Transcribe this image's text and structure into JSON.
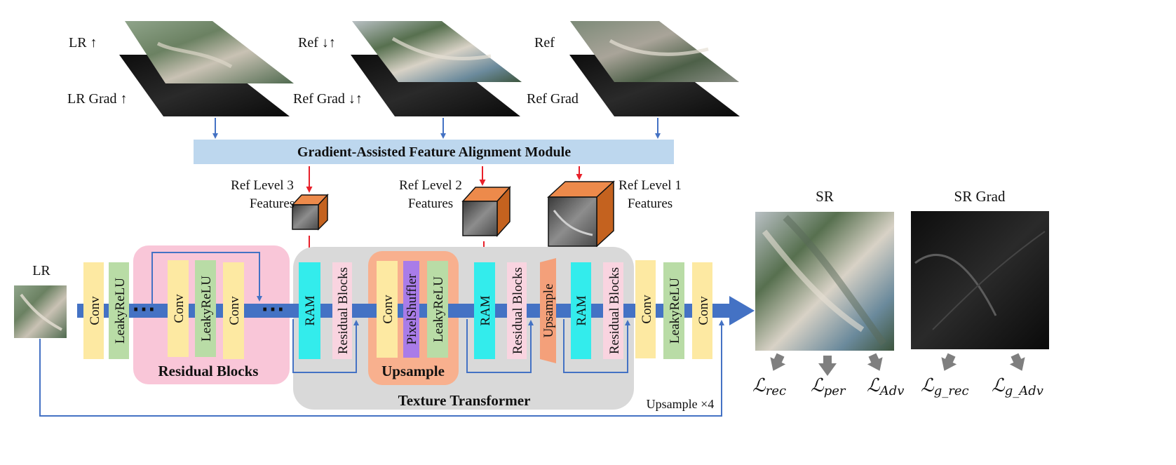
{
  "colors": {
    "conv": "#fde9a2",
    "leaky": "#b9dca6",
    "ram": "#33ecec",
    "resblock": "#f9d4e0",
    "pixelshuffler": "#a97ce8",
    "upsample_tt": "#f4a07a",
    "residual_bg": "#f9c6d8",
    "upsample_bg": "#f8b08e",
    "texture_bg": "#d9d9d9",
    "gafam": "#bdd7ee",
    "backbone": "#4472c4",
    "ref_arrow": "#e8202a",
    "cube_front": "#ed8a4b",
    "cube_side": "#c4621f",
    "loss_arrow": "#7f7f7f"
  },
  "top_inputs": {
    "lr_up": "LR ↑",
    "lr_grad_up": "LR Grad ↑",
    "ref_down_up": "Ref ↓↑",
    "ref_grad_down_up": "Ref Grad ↓↑",
    "ref": "Ref",
    "ref_grad": "Ref Grad"
  },
  "gafam_label": "Gradient-Assisted Feature Alignment Module",
  "ref_features": {
    "level3_line1": "Ref Level 3",
    "level3_line2": "Features",
    "level2_line1": "Ref Level 2",
    "level2_line2": "Features",
    "level1_line1": "Ref Level 1",
    "level1_line2": "Features"
  },
  "lr_label": "LR",
  "blocks": {
    "conv": "Conv",
    "leaky": "LeakyReLU",
    "ram": "RAM",
    "residual_blocks": "Residual Blocks",
    "pixelshuffler": "PixelShuffler",
    "upsample": "Upsample",
    "dots": "⋯"
  },
  "groups": {
    "residual_blocks": "Residual Blocks",
    "upsample": "Upsample",
    "texture_transformer": "Texture Transformer"
  },
  "skip_label": "Upsample ×4",
  "outputs": {
    "sr": "SR",
    "sr_grad": "SR Grad"
  },
  "losses": [
    {
      "base": "ℒ",
      "sub": "rec"
    },
    {
      "base": "ℒ",
      "sub": "per"
    },
    {
      "base": "ℒ",
      "sub": "Adv"
    },
    {
      "base": "ℒ",
      "sub": "g_rec"
    },
    {
      "base": "ℒ",
      "sub": "g_Adv"
    }
  ]
}
